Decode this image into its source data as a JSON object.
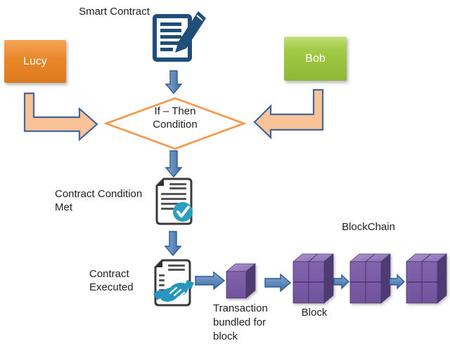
{
  "diagram": {
    "title_hint": "Smart contract blockchain flow",
    "labels": {
      "smart_contract": "Smart Contract",
      "condition_met_line1": "Contract Condition",
      "condition_met_line2": "Met",
      "executed_line1": "Contract",
      "executed_line2": "Executed",
      "transaction_line1": "Transaction",
      "transaction_line2": "bundled for",
      "transaction_line3": "block",
      "block": "Block",
      "blockchain": "BlockChain"
    },
    "actors": {
      "left": "Lucy",
      "right": "Bob"
    },
    "decision": {
      "line1": "If – Then",
      "line2": "Condition"
    },
    "colors": {
      "actor_left_top": "#F4A459",
      "actor_left_bottom": "#DE7A1E",
      "actor_right_top": "#BFDF78",
      "actor_right_bottom": "#8CB836",
      "bent_arrow_fill": "#FAC397",
      "bent_arrow_stroke": "#44679A",
      "flow_arrow_light": "#85A9D4",
      "flow_arrow_dark": "#3E6DA6",
      "flow_arrow_stroke": "#2F5B92",
      "diamond_stroke": "#F79646",
      "icon_navy": "#1F4E79",
      "teal": "#2E9EC0",
      "cube_front": "#7A5CA8",
      "cube_top": "#9A7FC2",
      "cube_side": "#503B72",
      "text": "#212121"
    }
  }
}
